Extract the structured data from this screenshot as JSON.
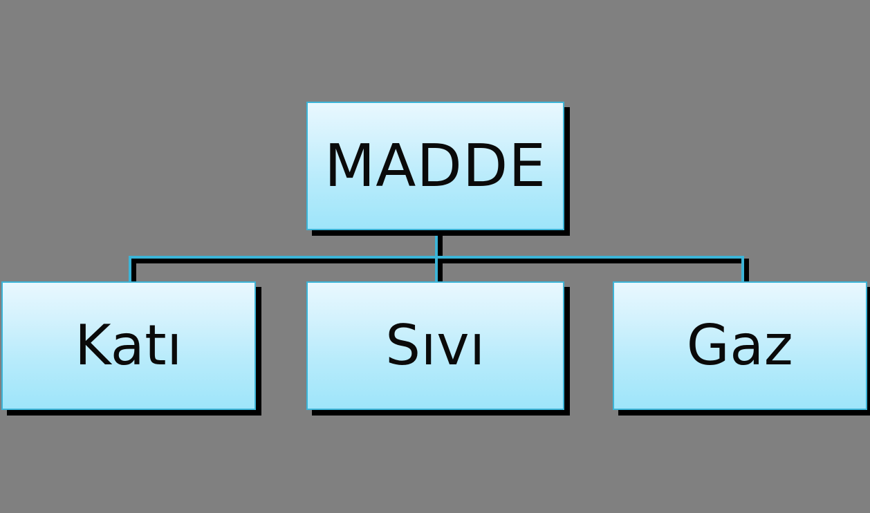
{
  "diagram": {
    "title_text": "MADDE",
    "type": "hierarchy-tree",
    "background_color": "#808080",
    "node_fill_top": "#e9f8fe",
    "node_fill_bottom": "#9ee5fa",
    "node_border_color": "#3cb4d7",
    "shadow_color": "#000000",
    "connector_color": "#3cb4d7",
    "text_color": "#0a0a0a",
    "root": {
      "label": "MADDE"
    },
    "children": [
      {
        "label": "Katı"
      },
      {
        "label": "Sıvı"
      },
      {
        "label": "Gaz"
      }
    ]
  }
}
